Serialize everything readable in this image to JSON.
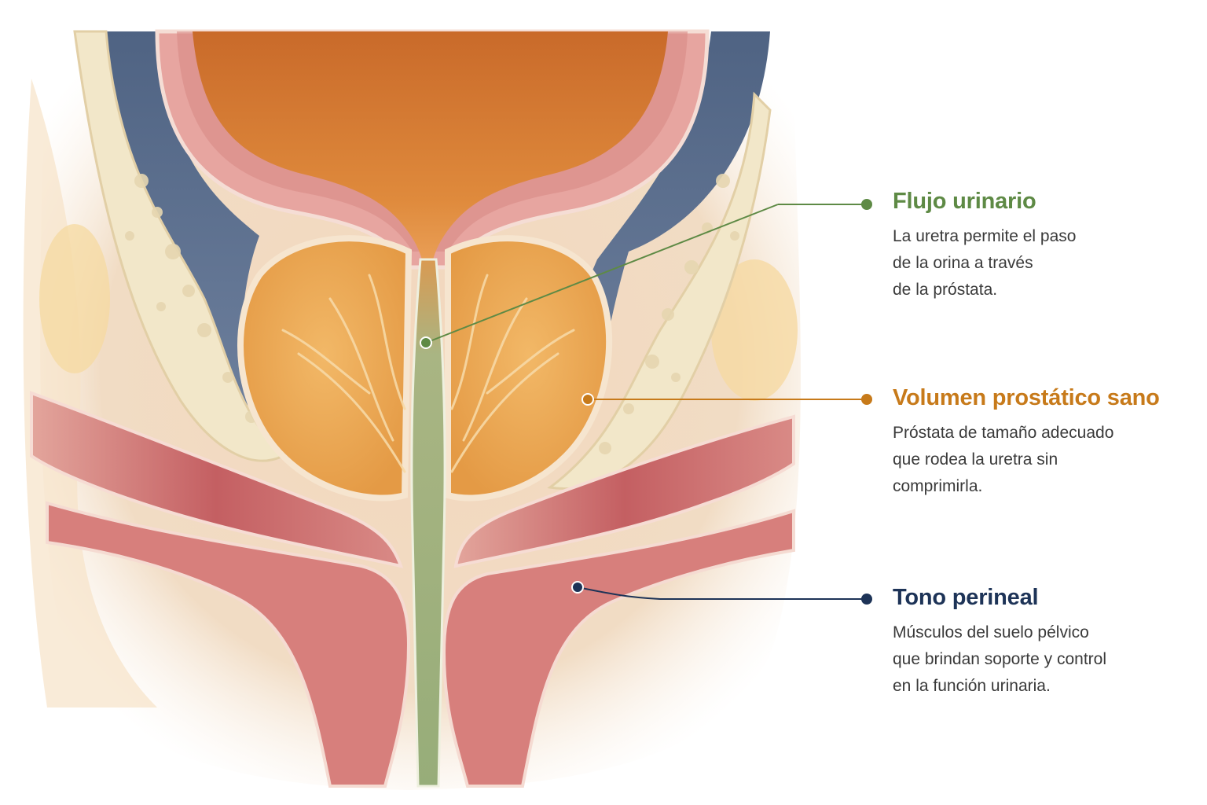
{
  "colors": {
    "flujo": "#5e8a45",
    "volumen": "#c77a1a",
    "tono": "#1d3357",
    "bladder": "#d57a2e",
    "prostate": "#eaa653",
    "urethra": "#9db27f",
    "muscle": "#c9696b",
    "blue_fat": "#5c6f8e",
    "bone": "#efe3c4"
  },
  "labels": [
    {
      "key": "flujo",
      "title": "Flujo urinario",
      "lines": [
        "La uretra permite el paso",
        "de la orina a través",
        "de la próstata."
      ]
    },
    {
      "key": "volumen",
      "title": "Volumen prostático sano",
      "lines": [
        "Próstata de tamaño adecuado",
        "que rodea la uretra sin",
        "comprimirla."
      ]
    },
    {
      "key": "tono",
      "title": "Tono perineal",
      "lines": [
        "Músculos del suelo pélvico",
        "que brindan soporte y control",
        "en la función urinaria."
      ]
    }
  ]
}
